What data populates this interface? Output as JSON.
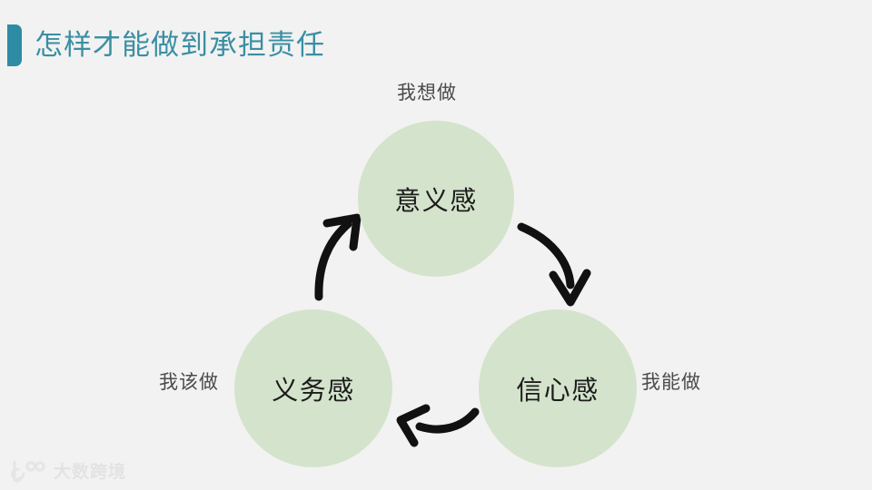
{
  "slide": {
    "background_color": "#f2f2f2",
    "title": "怎样才能做到承担责任",
    "title_color": "#3a8fa3",
    "accent_bar_color": "#2d8ca4"
  },
  "diagram": {
    "type": "cycle",
    "circle_fill_color": "#d4e3cb",
    "arrow_color": "#111111",
    "nodes": [
      {
        "id": "meaning",
        "label": "意义感",
        "caption": "我想做",
        "caption_position": "top",
        "position": "top"
      },
      {
        "id": "confidence",
        "label": "信心感",
        "caption": "我能做",
        "caption_position": "right",
        "position": "bottom-right"
      },
      {
        "id": "duty",
        "label": "义务感",
        "caption": "我该做",
        "caption_position": "left",
        "position": "bottom-left"
      }
    ],
    "arrows": [
      {
        "id": "meaning-to-confidence",
        "from": "meaning",
        "to": "confidence"
      },
      {
        "id": "confidence-to-duty",
        "from": "confidence",
        "to": "duty"
      },
      {
        "id": "duty-to-meaning",
        "from": "duty",
        "to": "meaning"
      }
    ]
  },
  "watermark": {
    "text": "大数跨境",
    "color": "#e2e2e2"
  }
}
